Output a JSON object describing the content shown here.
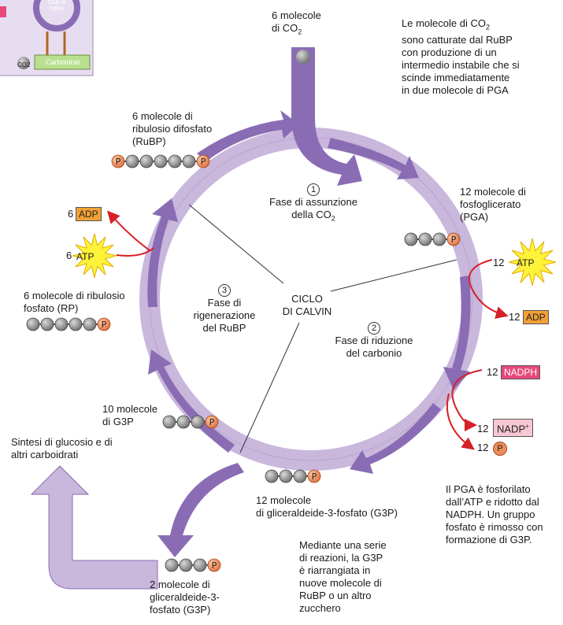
{
  "inset": {
    "title": "Ciclo di Calvin",
    "co2": "CO2",
    "product": "Carboidrati"
  },
  "co2_in": {
    "line1": "6 molecole",
    "line2": "di CO",
    "sub": "2"
  },
  "note_top": {
    "line1_a": "Le molecole di CO",
    "line1_sub": "2",
    "line2": "sono catturate dal RuBP",
    "line3": "con produzione di un",
    "line4": "intermedio instabile che si",
    "line5": "scinde immediatamente",
    "line6": "in due molecole di PGA"
  },
  "rubp": {
    "line1": "6 molecole di",
    "line2": "ribulosio difosfato",
    "line3": "(RuBP)"
  },
  "pga": {
    "line1": "12 molecole di",
    "line2": "fosfoglicerato",
    "line3": "(PGA)"
  },
  "phase1": {
    "number": "1",
    "line1": "Fase di assunzione",
    "line2": "della CO",
    "sub": "2"
  },
  "phase2": {
    "number": "2",
    "line1": "Fase di riduzione",
    "line2": "del carbonio"
  },
  "phase3": {
    "number": "3",
    "line1": "Fase di",
    "line2": "rigenerazione",
    "line3": "del RuBP"
  },
  "center": {
    "line1": "CICLO",
    "line2": "DI CALVIN"
  },
  "rp": {
    "line1": "6 molecole di ribulosio",
    "line2": "fosfato (RP)"
  },
  "left_energy": {
    "adp_count": "6",
    "adp": "ADP",
    "atp_count": "6",
    "atp": "ATP"
  },
  "right_energy": {
    "atp_count": "12",
    "atp": "ATP",
    "adp_count": "12",
    "adp": "ADP",
    "nadph_count": "12",
    "nadph": "NADPH",
    "nadp_count": "12",
    "nadp": "NADP",
    "nadp_sup": "+",
    "p_count": "12",
    "p": "P"
  },
  "g3p_10": {
    "line1": "10 molecole",
    "line2": "di G3P"
  },
  "g3p_12": {
    "line1": "12 molecole",
    "line2": "di gliceraldeide-3-fosfato (G3P)"
  },
  "g3p_2": {
    "line1": "2 molecole di",
    "line2": "gliceraldeide-3-",
    "line3": "fosfato (G3P)"
  },
  "note_glucose": {
    "line1": "Sintesi di glucosio e di",
    "line2": "altri carboidrati"
  },
  "note_pga": {
    "line1": "Il PGA è fosforilato",
    "line2": "dall’ATP e ridotto dal",
    "line3": "NADPH. Un gruppo",
    "line4": "fosfato è rimosso con",
    "line5": "formazione di G3P."
  },
  "note_rearr": {
    "line1": "Mediante una serie",
    "line2": "di reazioni, la G3P",
    "line3": "è riarrangiata in",
    "line4": "nuove molecole di",
    "line5": "RuBP o un altro",
    "line6": "zucchero"
  },
  "phosphate_label": "P",
  "colors": {
    "ring": "#c9b7dc",
    "arrow": "#8a6cb4",
    "carbon": "#8c8c8c",
    "phosphate": "#f08c5a",
    "adp": "#f2a035",
    "atp": "#fff23a",
    "nadph": "#e6487a",
    "red_arrow": "#d62027"
  }
}
